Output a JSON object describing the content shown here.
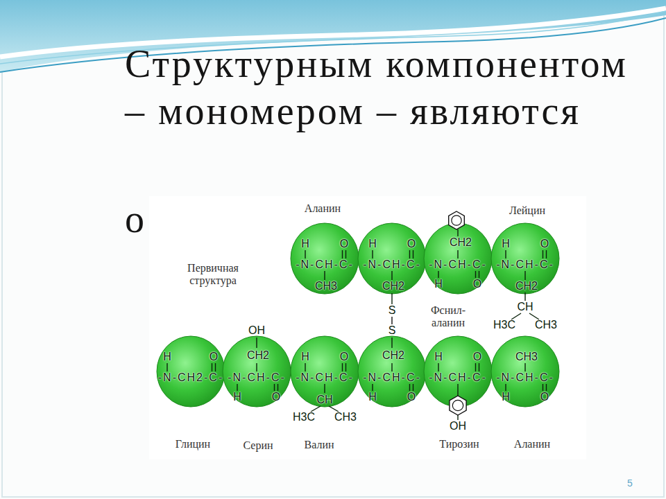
{
  "diagram": {
    "title": "Структурным компонентом – мономером – являются",
    "nodes": [
      {
        "text": [
          "H",
          "O",
          "-N-CH-C-",
          "CH3"
        ]
      },
      {
        "text": [
          "H",
          "O",
          "-N-CH-C-",
          "CH2",
          "S"
        ]
      },
      {
        "text": [
          "CH2",
          "-N-CH-C-",
          "H",
          "O"
        ]
      },
      {
        "text": [
          "H",
          "O",
          "-N-CH-C-",
          "CH2",
          "CH",
          "H3C",
          "CH3"
        ]
      },
      {
        "text": [
          "H",
          "O",
          "-N-CH2-C-"
        ]
      },
      {
        "text": [
          "OH",
          "CH2",
          "-N-CH-C-",
          "H",
          "O"
        ]
      },
      {
        "text": [
          "H",
          "O",
          "-N-CH-C-",
          "CH",
          "H3C",
          "CH3"
        ]
      },
      {
        "text": [
          "S",
          "CH2",
          "-N-CH-C-",
          "H",
          "O"
        ]
      },
      {
        "text": [
          "H",
          "O",
          "-N-CH-C-",
          "OH"
        ]
      },
      {
        "text": [
          "CH3",
          "-N-CH-C-",
          "H",
          "O"
        ]
      }
    ],
    "edges": [
      {
        "from": 1,
        "to": 7,
        "arrow": "none"
      }
    ],
    "labels": [
      "о",
      "Аланин",
      "Лейцин",
      "Первичная структура",
      "Фснил- аланин",
      "Глицин",
      "Серин",
      "Валин",
      "Тирозин",
      "Аланин",
      "5"
    ]
  }
}
